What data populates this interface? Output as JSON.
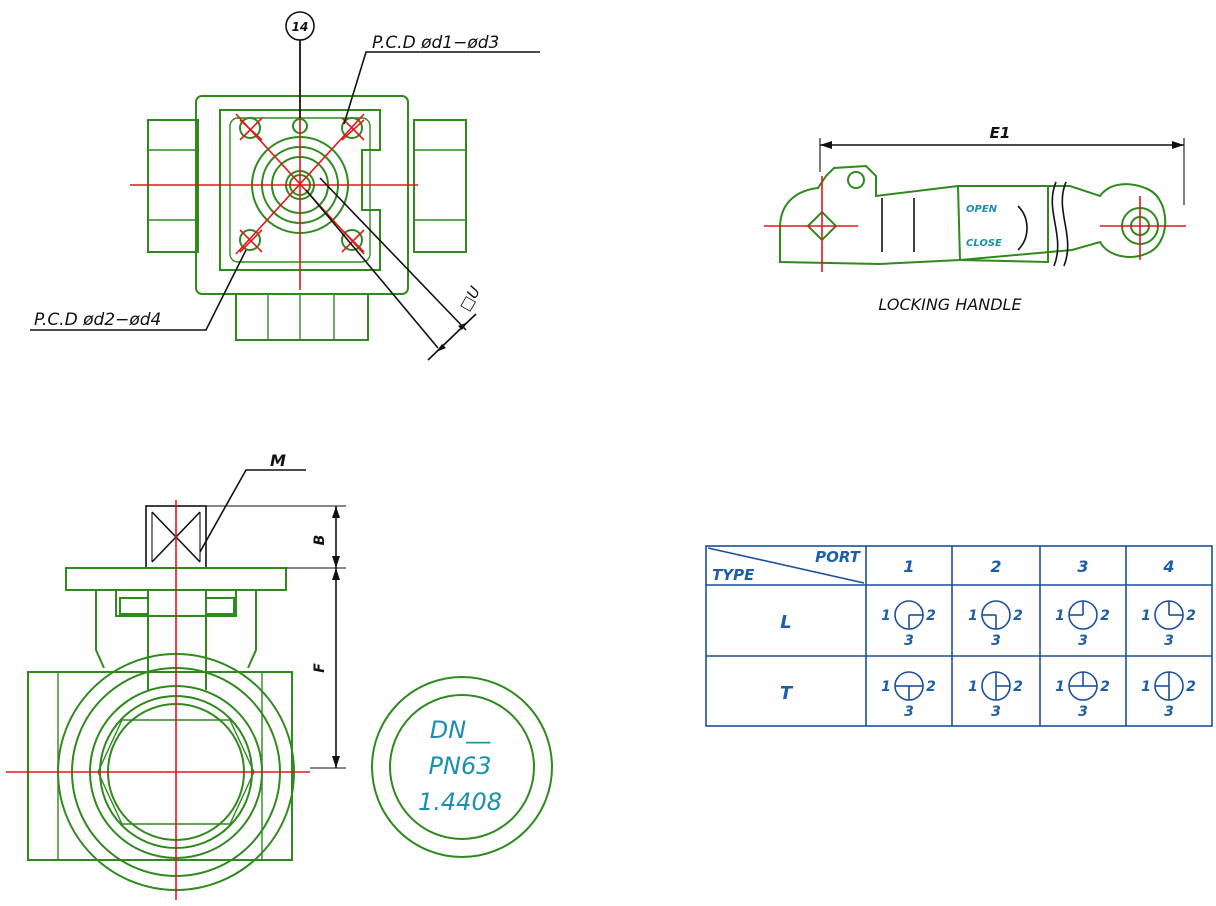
{
  "top_view": {
    "balloon": "14",
    "pcd_upper": "P.C.D  ød1−ød3",
    "pcd_lower": "P.C.D  ød2−ød4",
    "square_dim": "□U"
  },
  "handle": {
    "dim_label": "E1",
    "open_label": "OPEN",
    "close_label": "CLOSE",
    "caption": "LOCKING HANDLE"
  },
  "front_view": {
    "stem_label": "M",
    "dim_b": "B",
    "dim_f": "F"
  },
  "marking": {
    "line1": "DN__",
    "line2": "PN63",
    "line3": "1.4408"
  },
  "port_table": {
    "header_port": "PORT",
    "header_type": "TYPE",
    "columns": [
      "1",
      "2",
      "3",
      "4"
    ],
    "rows": [
      {
        "type": "L",
        "cells": [
          {
            "left": "1",
            "right": "2",
            "bottom": "3"
          },
          {
            "left": "1",
            "right": "2",
            "bottom": "3"
          },
          {
            "left": "1",
            "right": "2",
            "bottom": "3"
          },
          {
            "left": "1",
            "right": "2",
            "bottom": "3"
          }
        ]
      },
      {
        "type": "T",
        "cells": [
          {
            "left": "1",
            "right": "2",
            "bottom": "3"
          },
          {
            "left": "1",
            "right": "2",
            "bottom": "3"
          },
          {
            "left": "1",
            "right": "2",
            "bottom": "3"
          },
          {
            "left": "1",
            "right": "2",
            "bottom": "3"
          }
        ]
      }
    ]
  },
  "colors": {
    "outline": "#2f8a1e",
    "centerline": "#e01818",
    "table": "#1b4f9c",
    "marking_text": "#1b8fb0"
  }
}
